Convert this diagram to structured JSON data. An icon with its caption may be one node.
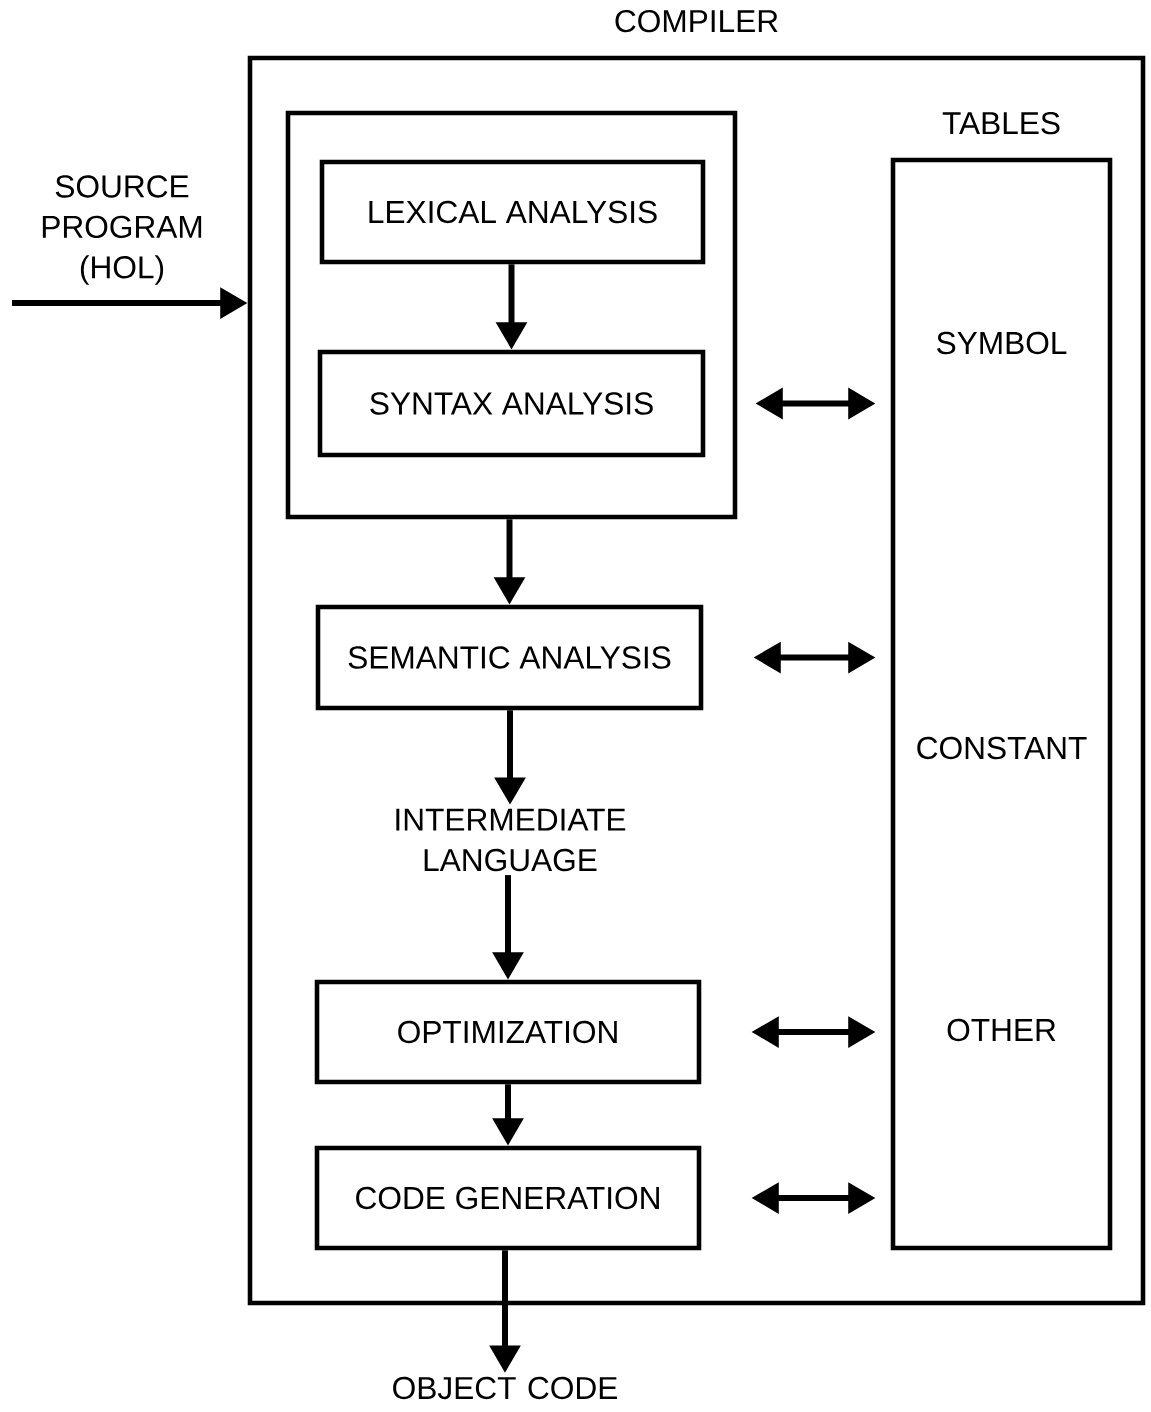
{
  "diagram": {
    "nodes": [
      {
        "text": [
          "COMPILER"
        ]
      },
      {
        "text": [],
        "shape": "box",
        "in": 0
      },
      {
        "text": [
          "LEXICAL ANALYSIS"
        ],
        "in": 1
      },
      {
        "text": [
          "SYNTAX ANALYSIS"
        ],
        "in": 1
      },
      {
        "text": [
          "SEMANTIC ANALYSIS"
        ],
        "in": 0
      },
      {
        "text": [
          "INTERMEDIATE LANGUAGE"
        ],
        "in": 0
      },
      {
        "text": [
          "OPTIMIZATION"
        ],
        "in": 0
      },
      {
        "text": [
          "CODE GENERATION"
        ],
        "in": 0
      },
      {
        "text": [
          "TABLES",
          "SYMBOL",
          "CONSTANT",
          "OTHER"
        ],
        "in": 0
      },
      {
        "text": [
          "OBJECT CODE"
        ]
      }
    ],
    "edges": [
      {
        "from": null,
        "to": 0,
        "arrow": "to",
        "label": "SOURCE PROGRAM (HOL)"
      },
      {
        "from": 2,
        "to": 3,
        "arrow": "to"
      },
      {
        "from": 1,
        "to": 4,
        "arrow": "to"
      },
      {
        "from": 4,
        "to": 5,
        "arrow": "to"
      },
      {
        "from": 5,
        "to": 6,
        "arrow": "to"
      },
      {
        "from": 6,
        "to": 7,
        "arrow": "to"
      },
      {
        "from": 7,
        "to": 9,
        "arrow": "to"
      },
      {
        "from": 3,
        "to": 8,
        "arrow": "both"
      },
      {
        "from": 4,
        "to": 8,
        "arrow": "both"
      },
      {
        "from": 6,
        "to": 8,
        "arrow": "both"
      },
      {
        "from": 7,
        "to": 8,
        "arrow": "both"
      }
    ]
  }
}
